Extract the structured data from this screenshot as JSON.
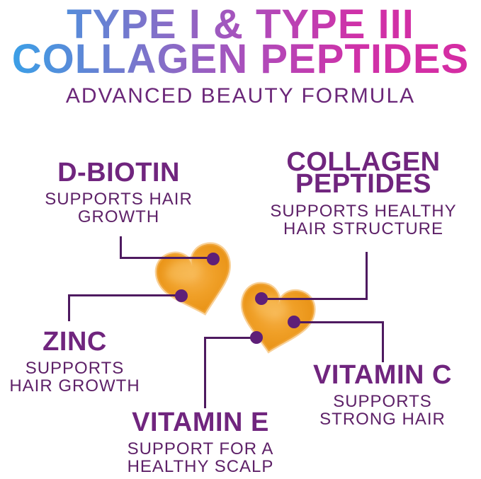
{
  "header": {
    "title_line1": "TYPE I & TYPE III",
    "title_line2": "COLLAGEN PEPTIDES",
    "title_combined": "TYPE I & TYPE III\nCOLLAGEN PEPTIDES",
    "subtitle": "ADVANCED BEAUTY FORMULA"
  },
  "callouts": {
    "d_biotin": {
      "heading": "D-BIOTIN",
      "sub_line1": "SUPPORTS HAIR",
      "sub_line2": "GROWTH"
    },
    "collagen_peptides": {
      "heading_line1": "COLLAGEN",
      "heading_line2": "PEPTIDES",
      "sub_line1": "SUPPORTS HEALTHY",
      "sub_line2": "HAIR STRUCTURE"
    },
    "zinc": {
      "heading": "ZINC",
      "sub_line1": "SUPPORTS",
      "sub_line2": "HAIR GROWTH"
    },
    "vitamin_c": {
      "heading": "VITAMIN C",
      "sub_line1": "SUPPORTS",
      "sub_line2": "STRONG HAIR"
    },
    "vitamin_e": {
      "heading": "VITAMIN E",
      "sub_line1": "SUPPORT FOR A",
      "sub_line2": "HEALTHY SCALP"
    }
  },
  "graphic": {
    "gummy_shape": "heart",
    "gummy_count": 2
  },
  "colors": {
    "title_gradient_left": "#35A3E9",
    "title_gradient_mid": "#9A5BC8",
    "title_gradient_right": "#D62CA2",
    "subtitle_purple": "#6B2779",
    "heading_purple": "#70257E",
    "subtext_purple": "#5E2168",
    "connector_purple": "#4E1A60",
    "dot_purple": "#5E1F78",
    "gummy_orange": "#EC9C1F",
    "gummy_highlight": "#F6B14A",
    "background": "#FFFFFF"
  }
}
